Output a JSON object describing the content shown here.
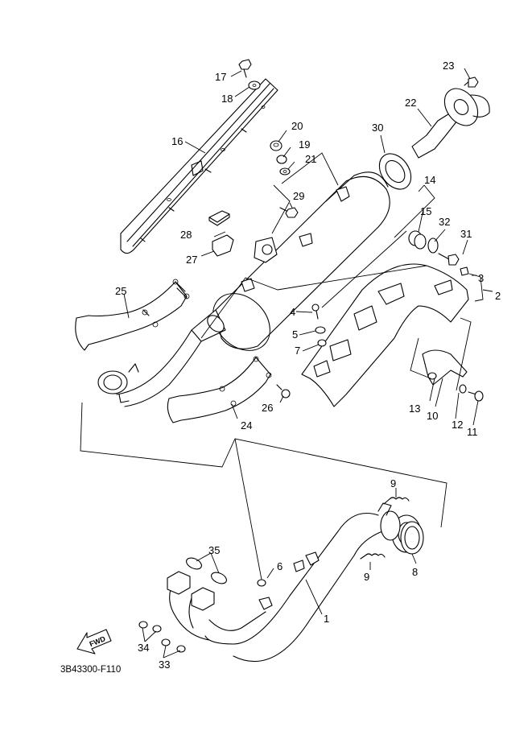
{
  "diagram": {
    "type": "exploded-parts-view",
    "subject": "exhaust",
    "drawing_code": "3B43300-F110",
    "direction_arrow_label": "FWD",
    "callouts": [
      {
        "id": "c1",
        "number": "1"
      },
      {
        "id": "c2",
        "number": "2"
      },
      {
        "id": "c3",
        "number": "3"
      },
      {
        "id": "c4",
        "number": "4"
      },
      {
        "id": "c5",
        "number": "5"
      },
      {
        "id": "c6",
        "number": "6"
      },
      {
        "id": "c7",
        "number": "7"
      },
      {
        "id": "c8",
        "number": "8"
      },
      {
        "id": "c9a",
        "number": "9"
      },
      {
        "id": "c9b",
        "number": "9"
      },
      {
        "id": "c10",
        "number": "10"
      },
      {
        "id": "c11",
        "number": "11"
      },
      {
        "id": "c12",
        "number": "12"
      },
      {
        "id": "c13",
        "number": "13"
      },
      {
        "id": "c14",
        "number": "14"
      },
      {
        "id": "c15",
        "number": "15"
      },
      {
        "id": "c16",
        "number": "16"
      },
      {
        "id": "c17",
        "number": "17"
      },
      {
        "id": "c18",
        "number": "18"
      },
      {
        "id": "c19",
        "number": "19"
      },
      {
        "id": "c20",
        "number": "20"
      },
      {
        "id": "c21",
        "number": "21"
      },
      {
        "id": "c22",
        "number": "22"
      },
      {
        "id": "c23",
        "number": "23"
      },
      {
        "id": "c24",
        "number": "24"
      },
      {
        "id": "c25",
        "number": "25"
      },
      {
        "id": "c26",
        "number": "26"
      },
      {
        "id": "c27",
        "number": "27"
      },
      {
        "id": "c28",
        "number": "28"
      },
      {
        "id": "c29",
        "number": "29"
      },
      {
        "id": "c30",
        "number": "30"
      },
      {
        "id": "c31",
        "number": "31"
      },
      {
        "id": "c32",
        "number": "32"
      },
      {
        "id": "c33",
        "number": "33"
      },
      {
        "id": "c34",
        "number": "34"
      },
      {
        "id": "c35",
        "number": "35"
      }
    ]
  }
}
